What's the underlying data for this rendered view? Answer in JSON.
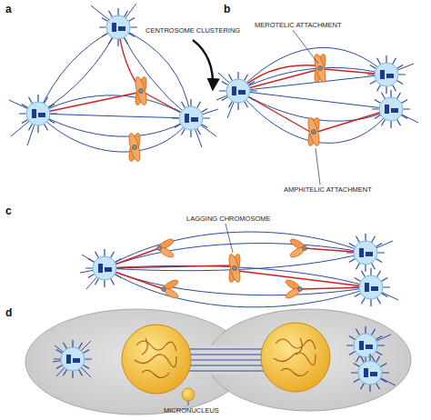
{
  "diagram": {
    "labels": [
      "a",
      "CENTROSOME CLUSTERING",
      "b",
      "MEROTELIC ATTACHMENT",
      "AMPHITELIC ATTACHMENT",
      "c",
      "LAGGING CHROMOSOME",
      "d",
      "MICRONUCLEUS"
    ]
  }
}
